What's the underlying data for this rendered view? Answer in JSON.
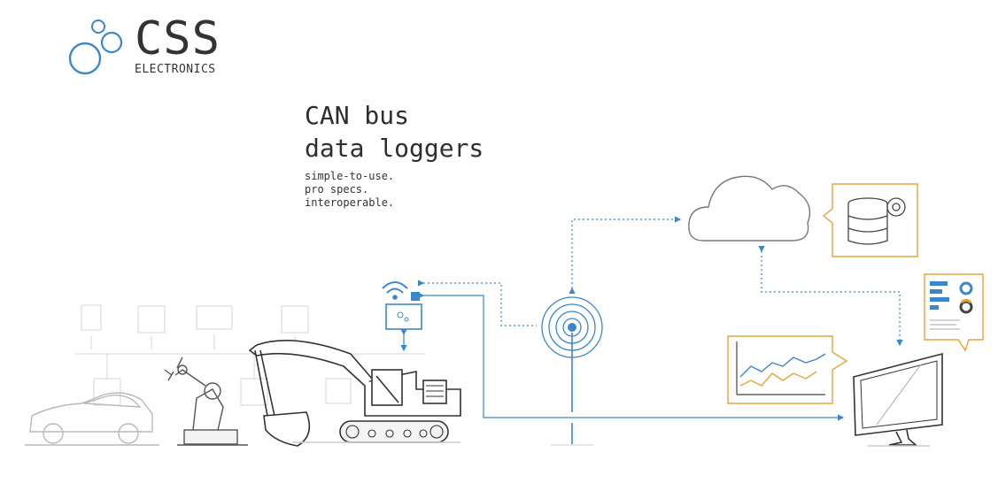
{
  "brand": {
    "name": "CSS",
    "subtitle": "ELECTRONICS",
    "color": "#3a87c9"
  },
  "hero": {
    "title_line1": "CAN bus",
    "title_line2": "data loggers",
    "taglines": [
      "simple-to-use.",
      "pro specs.",
      "interoperable."
    ]
  },
  "colors": {
    "accent_blue": "#3a87c9",
    "accent_orange": "#e8a33a",
    "line_gray": "#444444",
    "faded_gray": "#cfcfcf"
  },
  "icons": {
    "cloud": "cloud-icon",
    "database": "database-gear-icon",
    "chart": "line-chart-icon",
    "report": "report-icon",
    "monitor": "monitor-icon",
    "antenna": "antenna-icon",
    "logger": "data-logger-icon",
    "excavator": "excavator-icon",
    "car": "car-icon",
    "robot_arm": "robot-arm-icon"
  }
}
